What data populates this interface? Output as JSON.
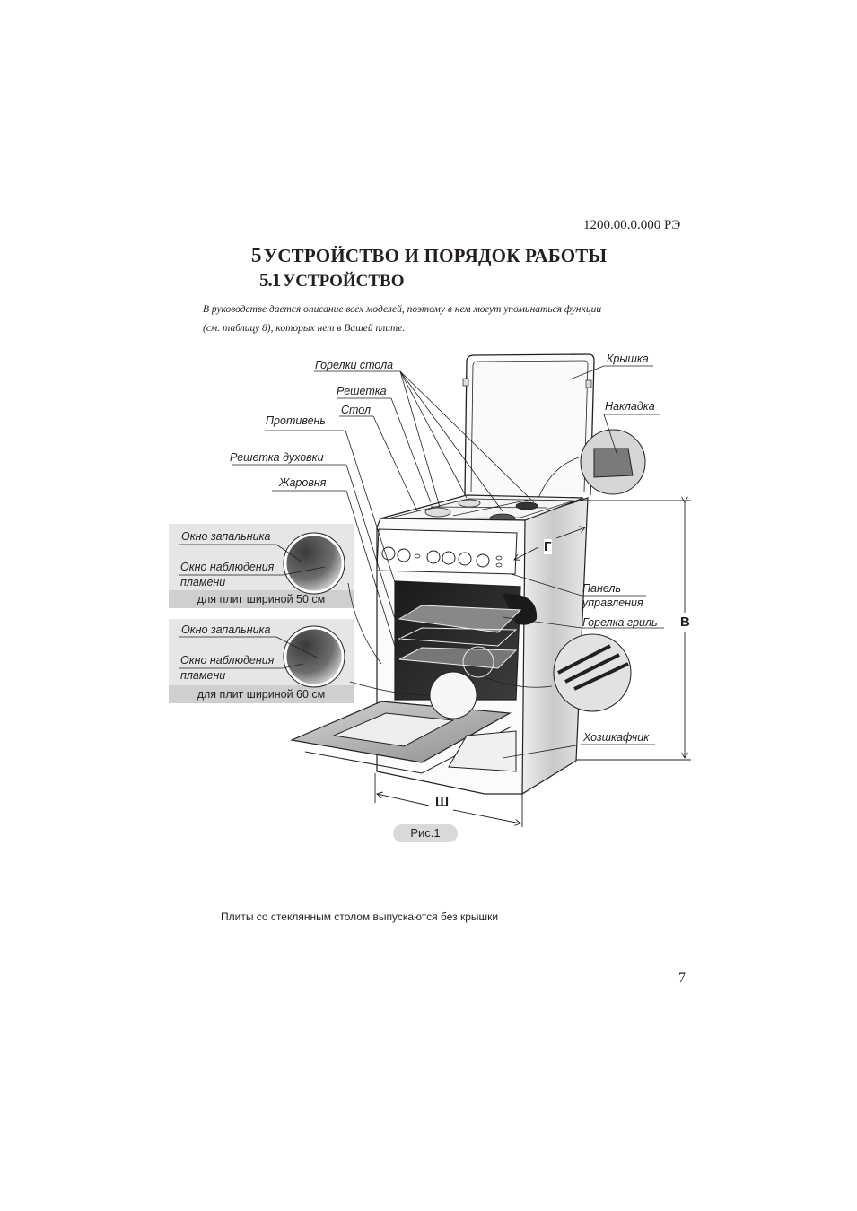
{
  "header": {
    "doc_code": "1200.00.0.000 РЭ"
  },
  "section": {
    "number": "5",
    "title": "УСТРОЙСТВО И ПОРЯДОК РАБОТЫ",
    "subsection_number": "5.1",
    "subsection_title": "УСТРОЙСТВО"
  },
  "intro": {
    "line1": "В руководстве дается описание всех моделей, поэтому в нем могут упоминаться  функции",
    "line2": "(см. таблицу 8), которых нет в Вашей плите."
  },
  "figure": {
    "callouts": {
      "burners": "Горелки стола",
      "grate": "Решетка",
      "table": "Стол",
      "baking_tray": "Противень",
      "oven_rack": "Решетка духовки",
      "roasting_pan": "Жаровня",
      "lid": "Крышка",
      "overlay": "Накладка",
      "control_panel_1": "Панель",
      "control_panel_2": "управления",
      "grill_burner": "Горелка гриль",
      "storage_drawer": "Хозшкафчик"
    },
    "insets": [
      {
        "ignition_window": "Окно запальника",
        "flame_window_1": "Окно наблюдения",
        "flame_window_2": "пламени",
        "caption": "для плит шириной 50 см"
      },
      {
        "ignition_window": "Окно запальника",
        "flame_window_1": "Окно наблюдения",
        "flame_window_2": "пламени",
        "caption": "для плит шириной 60 см"
      }
    ],
    "dimensions": {
      "depth": "Г",
      "height": "В",
      "width": "Ш"
    },
    "caption": "Рис.1"
  },
  "note": "Плиты со стеклянным столом выпускаются без крышки",
  "page_number": "7"
}
